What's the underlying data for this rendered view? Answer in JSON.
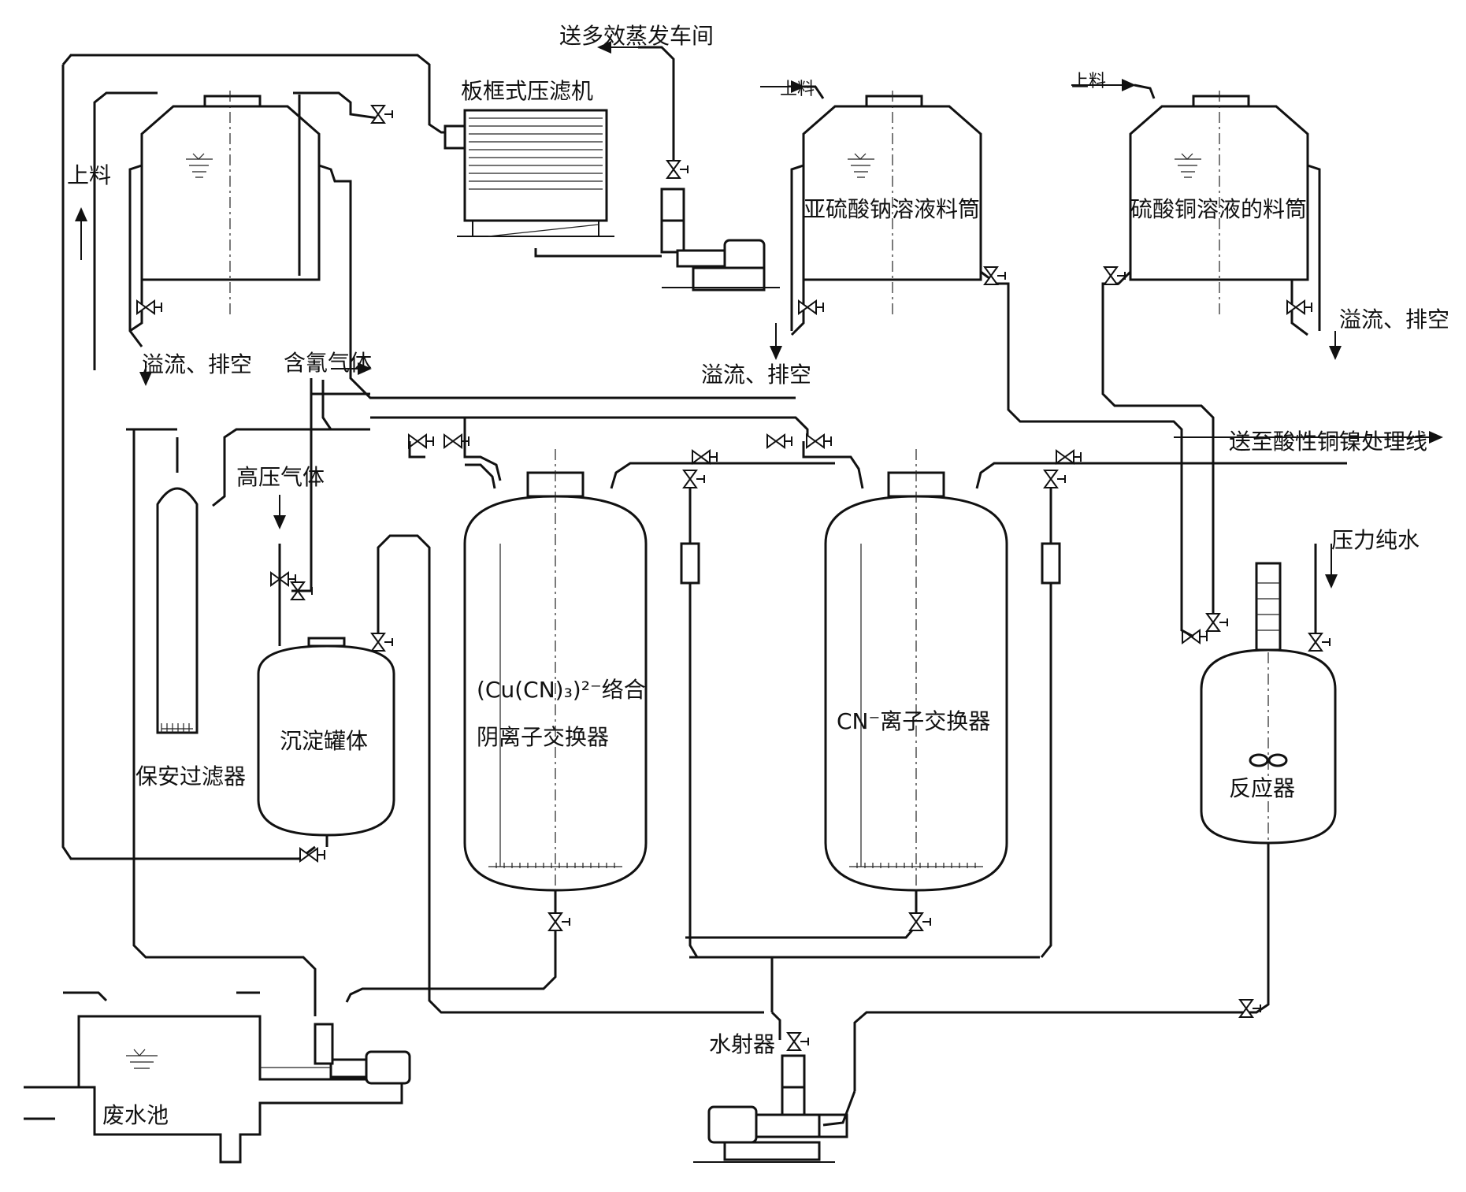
{
  "labels": {
    "to_evaporation": "送多效蒸发车间",
    "filter_press": "板框式压滤机",
    "feed_left": "上料",
    "feed_mid": "上料",
    "feed_right": "上料",
    "sulfite_tank": "亚硫酸钠溶液料筒",
    "copper_sulfate_tank": "硫酸铜溶液的料筒",
    "overflow_left": "溢流、排空",
    "cyanide_gas": "含氰气体",
    "overflow_mid": "溢流、排空",
    "overflow_right": "溢流、排空",
    "to_acid_line": "送至酸性铜镍处理线",
    "high_pressure_gas": "高压气体",
    "pressure_pure_water": "压力纯水",
    "complex_exchanger_line1": "(Cu(CN)₃)²⁻络合",
    "complex_exchanger_line2": "阴离子交换器",
    "cn_exchanger": "CN⁻离子交换器",
    "settling_tank": "沉淀罐体",
    "security_filter": "保安过滤器",
    "reactor": "反应器",
    "water_ejector": "水射器",
    "wastewater_pool": "废水池"
  }
}
